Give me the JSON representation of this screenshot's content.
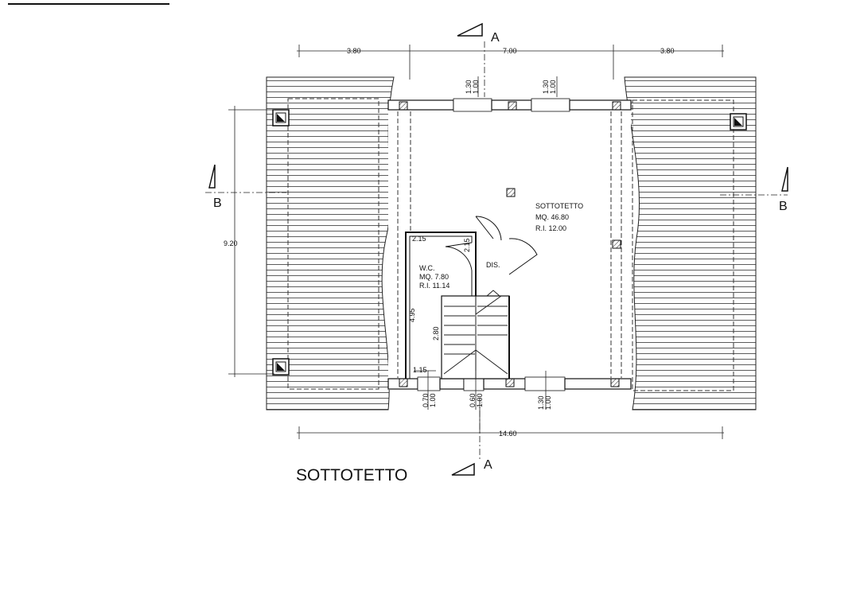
{
  "section_markers": {
    "a": "A",
    "b": "B"
  },
  "dimensions": {
    "top_left": "3.80",
    "top_middle": "7.00",
    "top_right": "3.80",
    "left_vertical": "9.20",
    "bottom_total": "14.60",
    "window_top_1_a": "1.30",
    "window_top_1_b": "1.00",
    "window_top_2_a": "1.30",
    "window_top_2_b": "1.00",
    "bottom_win_1_a": "0.70",
    "bottom_win_1_b": "1.00",
    "bottom_win_2_a": "0.60",
    "bottom_win_2_b": "1.00",
    "bottom_win_3_a": "1.30",
    "bottom_win_3_b": "1.00",
    "wc_width_top": "2.15",
    "wc_side": "2.15",
    "wc_height": "4.95",
    "stair_height": "2.80",
    "wc_bottom": "1.15"
  },
  "rooms": {
    "sottotetto": {
      "name": "SOTTOTETTO",
      "area": "MQ. 46.80",
      "ri": "R.I. 12.00"
    },
    "wc": {
      "name": "W.C.",
      "area": "MQ. 7.80",
      "ri": "R.I. 11.14"
    },
    "dis": {
      "name": "DIS."
    }
  },
  "drawing_title": "SOTTOTETTO"
}
